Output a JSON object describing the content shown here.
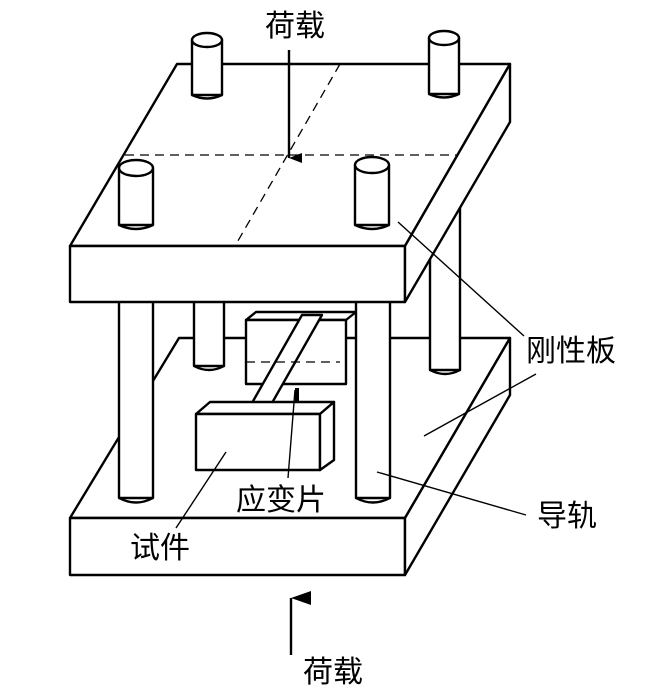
{
  "labels": {
    "load_top": "荷载",
    "load_bottom": "荷载",
    "rigid_plate": "刚性板",
    "guide_rail": "导轨",
    "strain_gauge": "应变片",
    "specimen": "试件"
  }
}
